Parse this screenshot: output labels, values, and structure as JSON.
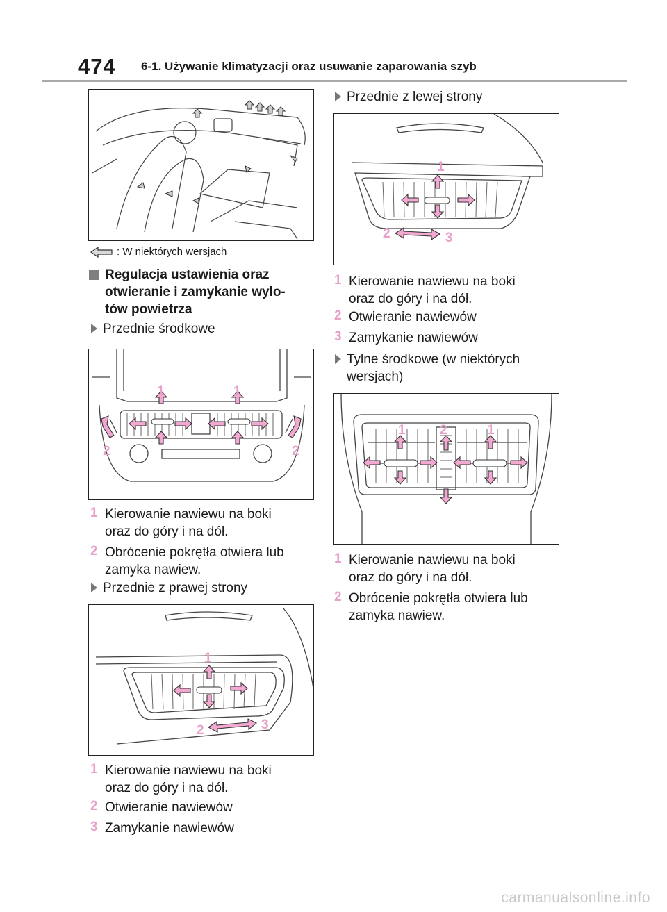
{
  "header": {
    "page_number": "474",
    "section_title": "6-1. Używanie klimatyzacji oraz usuwanie zaparowania szyb"
  },
  "legend_text": ": W niektórych wersjach",
  "section_heading": "Regulacja ustawienia oraz otwieranie i zamykanie wylotów powietrza",
  "heading_lines": [
    "Regulacja ustawienia oraz",
    "otwieranie i zamykanie wylo-",
    "tów powietrza"
  ],
  "front_center": {
    "title": "Przednie środkowe",
    "items": [
      {
        "num": "1",
        "lines": [
          "Kierowanie nawiewu na boki",
          "oraz do góry i na dół."
        ]
      },
      {
        "num": "2",
        "lines": [
          "Obrócenie pokrętła otwiera lub",
          "zamyka nawiew."
        ]
      }
    ]
  },
  "front_right": {
    "title": "Przednie z prawej strony",
    "items": [
      {
        "num": "1",
        "lines": [
          "Kierowanie nawiewu na boki",
          "oraz do góry i na dół."
        ]
      },
      {
        "num": "2",
        "lines": [
          "Otwieranie nawiewów"
        ]
      },
      {
        "num": "3",
        "lines": [
          "Zamykanie nawiewów"
        ]
      }
    ]
  },
  "front_left": {
    "title": "Przednie z lewej strony",
    "items": [
      {
        "num": "1",
        "lines": [
          "Kierowanie nawiewu na boki",
          "oraz do góry i na dół."
        ]
      },
      {
        "num": "2",
        "lines": [
          "Otwieranie nawiewów"
        ]
      },
      {
        "num": "3",
        "lines": [
          "Zamykanie nawiewów"
        ]
      }
    ]
  },
  "rear_center": {
    "title_lines": [
      "Tylne środkowe (w niektórych",
      "wersjach)"
    ],
    "items": [
      {
        "num": "1",
        "lines": [
          "Kierowanie nawiewu na boki",
          "oraz do góry i na dół."
        ]
      },
      {
        "num": "2",
        "lines": [
          "Obrócenie pokrętła otwiera lub",
          "zamyka nawiew."
        ]
      }
    ]
  },
  "figure_labels": {
    "fc": [
      "1",
      "1",
      "2",
      "2"
    ],
    "fr": [
      "1",
      "2",
      "3"
    ],
    "fl": [
      "1",
      "2",
      "3"
    ],
    "rc": [
      "1",
      "2",
      "1"
    ]
  },
  "colors": {
    "accent_pink": "#e8a0c8",
    "arrow_fill": "#f2a8d0",
    "rule_gray": "#a9a9a9"
  },
  "watermark": "carmanualsonline.info"
}
